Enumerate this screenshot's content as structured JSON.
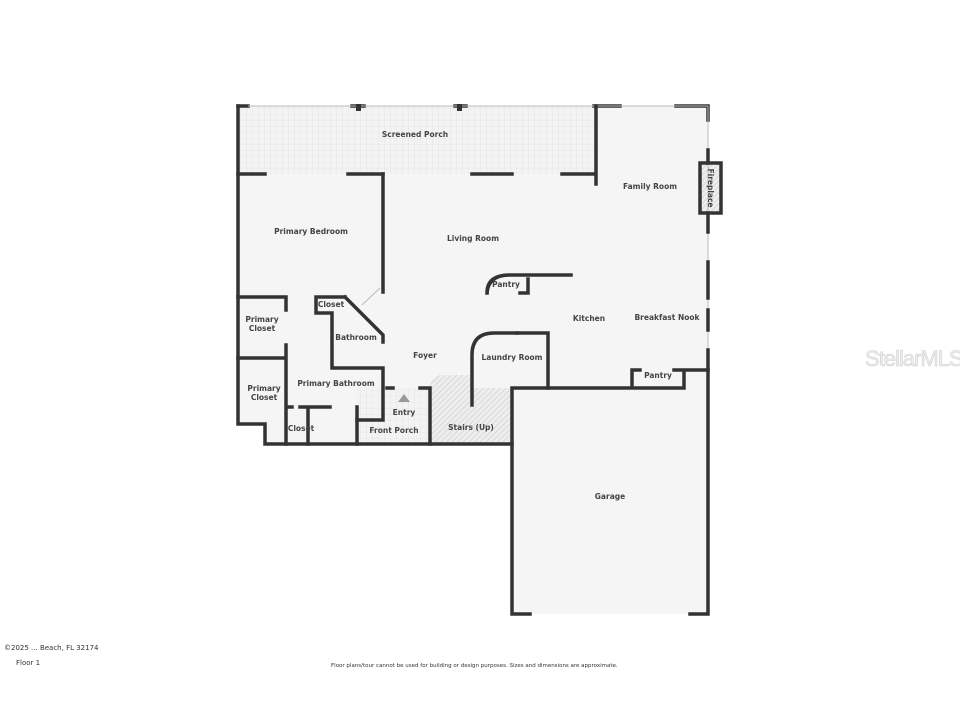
{
  "rooms": {
    "screened_porch": "Screened Porch",
    "family_room": "Family Room",
    "fireplace": "Fireplace",
    "primary_bedroom": "Primary Bedroom",
    "living_room": "Living Room",
    "pantry_1": "Pantry",
    "closet_1": "Closet",
    "primary_closet_1": [
      "Primary",
      "Closet"
    ],
    "bathroom": "Bathroom",
    "kitchen": "Kitchen",
    "breakfast_nook": "Breakfast Nook",
    "foyer": "Foyer",
    "laundry_room": "Laundry Room",
    "primary_closet_2": [
      "Primary",
      "Closet"
    ],
    "primary_bathroom": "Primary Bathroom",
    "pantry_2": "Pantry",
    "entry": "Entry",
    "closet_2": "Closet",
    "front_porch": "Front Porch",
    "stairs": "Stairs (Up)",
    "garage": "Garage"
  },
  "footer": {
    "address": "©2025 ... Beach, FL 32174",
    "floor": "Floor 1",
    "disclaimer": "Floor plans/tour cannot be used for building or design purposes. Sizes and dimensions are approximate."
  },
  "watermark": "StellarMLS",
  "colors": {
    "wall": "#333333",
    "floor": "#f5f5f5"
  }
}
